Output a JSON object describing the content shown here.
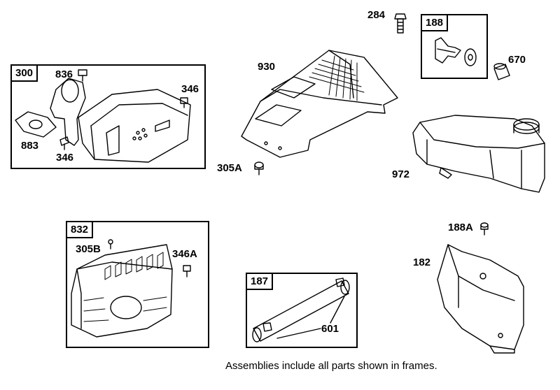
{
  "frames": {
    "f300": "300",
    "f188": "188",
    "f832": "832",
    "f187": "187"
  },
  "parts": {
    "p284": "284",
    "p930": "930",
    "p670": "670",
    "p836": "836",
    "p346_top": "346",
    "p883": "883",
    "p346_bottom": "346",
    "p305A": "305A",
    "p972": "972",
    "p188A": "188A",
    "p182": "182",
    "p305B": "305B",
    "p346A": "346A",
    "p601": "601"
  },
  "note": "Assemblies include all parts shown in frames."
}
